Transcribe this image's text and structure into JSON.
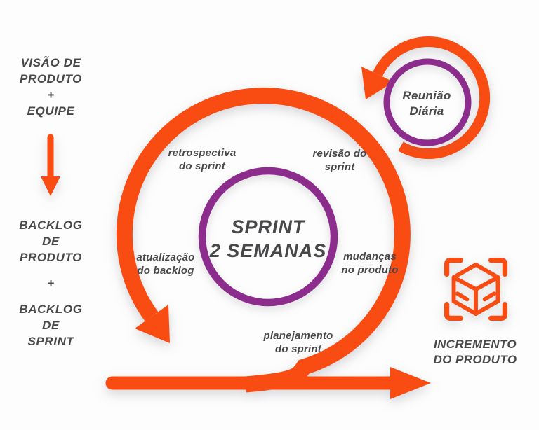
{
  "colors": {
    "orange": "#F94C12",
    "purple": "#8C2C8C",
    "text": "#48484A",
    "background": "#FDFDFD"
  },
  "left_column": {
    "vision_block": {
      "lines": [
        "VISÃO DE",
        "PRODUTO",
        "+",
        "EQUIPE"
      ]
    },
    "backlog_block": {
      "lines": [
        "BACKLOG",
        "DE",
        "PRODUTO",
        "+",
        "BACKLOG",
        "DE",
        "SPRINT"
      ]
    }
  },
  "sprint_cycle": {
    "center_label": {
      "line1": "SPRINT",
      "line2": "2 SEMANAS"
    },
    "stage_labels": [
      {
        "id": "retrospectiva",
        "line1": "retrospectiva",
        "line2": "do sprint"
      },
      {
        "id": "revisao",
        "line1": "revisão do",
        "line2": "sprint"
      },
      {
        "id": "atualizacao",
        "line1": "atualização",
        "line2": "do backlog"
      },
      {
        "id": "mudancas",
        "line1": "mudanças",
        "line2": "no produto"
      },
      {
        "id": "planejamento",
        "line1": "planejamento",
        "line2": "do sprint"
      }
    ]
  },
  "daily_meeting": {
    "line1": "Reunião",
    "line2": "Diária"
  },
  "increment": {
    "line1": "INCREMENTO",
    "line2": "DO PRODUTO",
    "icon": "cube-scan-icon"
  }
}
